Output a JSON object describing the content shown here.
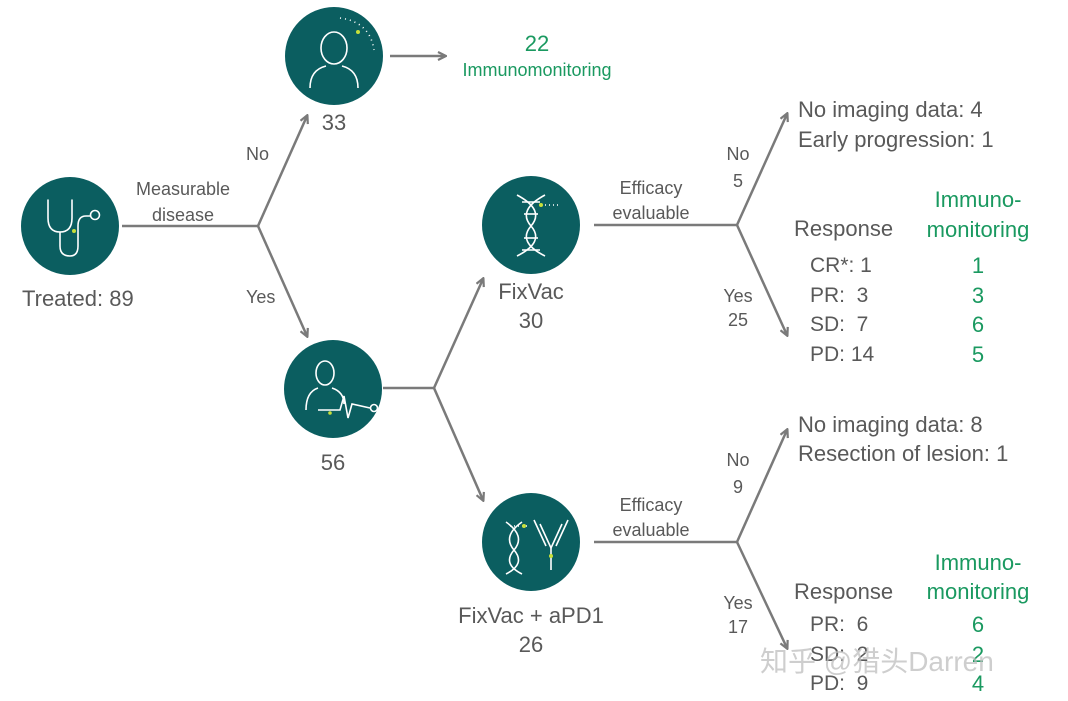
{
  "treated": {
    "label": "Treated: 89"
  },
  "measurable": {
    "line1": "Measurable",
    "line2": "disease"
  },
  "branch_no": "No",
  "branch_yes": "Yes",
  "no_count": "33",
  "immuno_top": {
    "count": "22",
    "label": "Immunomonitoring"
  },
  "yes_count": "56",
  "fixvac": {
    "name": "FixVac",
    "count": "30"
  },
  "fixvac_apd1": {
    "name": "FixVac + aPD1",
    "count": "26"
  },
  "efficacy": {
    "line1": "Efficacy",
    "line2": "evaluable"
  },
  "upper": {
    "no_label": "No",
    "no_count": "5",
    "yes_label": "Yes",
    "yes_count": "25",
    "excluded_1": "No imaging data: 4",
    "excluded_2": "Early progression: 1",
    "response_header": "Response",
    "immuno_header_1": "Immuno-",
    "immuno_header_2": "monitoring",
    "rows": [
      {
        "label": "CR*: 1",
        "immuno": "1"
      },
      {
        "label": "PR:  3",
        "immuno": "3"
      },
      {
        "label": "SD:  7",
        "immuno": "6"
      },
      {
        "label": "PD: 14",
        "immuno": "5"
      }
    ]
  },
  "lower": {
    "no_label": "No",
    "no_count": "9",
    "yes_label": "Yes",
    "yes_count": "17",
    "excluded_1": "No imaging data: 8",
    "excluded_2": "Resection of lesion: 1",
    "response_header": "Response",
    "immuno_header_1": "Immuno-",
    "immuno_header_2": "monitoring",
    "rows": [
      {
        "label": "PR:  6",
        "immuno": "6"
      },
      {
        "label": "SD:  2",
        "immuno": "2"
      },
      {
        "label": "PD:  9",
        "immuno": "4"
      }
    ]
  },
  "watermark": "知乎 @猎头Darren",
  "colors": {
    "node": "#0b5e60",
    "line": "#7a7a7a",
    "green": "#1a9960",
    "text": "#595959",
    "accent": "#c8e03a"
  },
  "icons": [
    "stethoscope-icon",
    "person-icon",
    "patient-ecg-icon",
    "dna-icon",
    "dna-antibody-icon"
  ]
}
